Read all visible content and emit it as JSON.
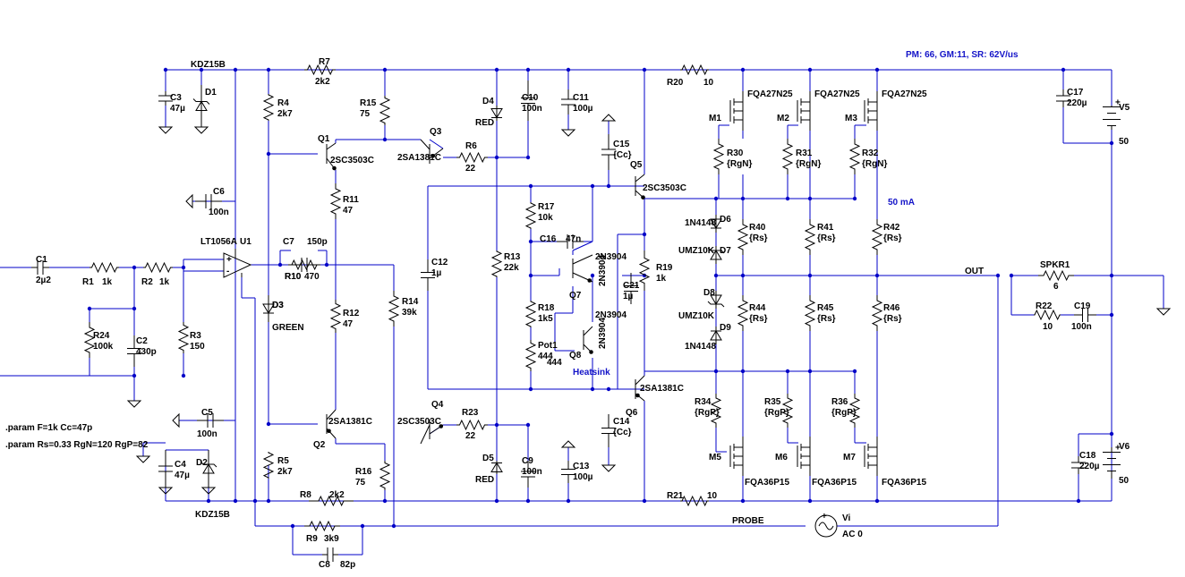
{
  "info": {
    "specs": "PM: 66, GM:11, SR: 62V/us",
    "bias": "50 mA",
    "heatsink": "Heatsink"
  },
  "directives": [
    ".param F=1k Cc=47p",
    ".param Rs=0.33 RgN=120 RgP=82"
  ],
  "nets": {
    "out": "OUT",
    "probe": "PROBE"
  },
  "resistors": [
    {
      "ref": "R1",
      "value": "1k"
    },
    {
      "ref": "R2",
      "value": "1k"
    },
    {
      "ref": "R3",
      "value": "150"
    },
    {
      "ref": "R4",
      "value": "2k7"
    },
    {
      "ref": "R5",
      "value": "2k7"
    },
    {
      "ref": "R6",
      "value": "22"
    },
    {
      "ref": "R7",
      "value": "2k2"
    },
    {
      "ref": "R8",
      "value": "2k2"
    },
    {
      "ref": "R9",
      "value": "3k9"
    },
    {
      "ref": "R10",
      "value": "470"
    },
    {
      "ref": "R11",
      "value": "47"
    },
    {
      "ref": "R12",
      "value": "47"
    },
    {
      "ref": "R13",
      "value": "22k"
    },
    {
      "ref": "R14",
      "value": "39k"
    },
    {
      "ref": "R15",
      "value": "75"
    },
    {
      "ref": "R16",
      "value": "75"
    },
    {
      "ref": "R17",
      "value": "10k"
    },
    {
      "ref": "R18",
      "value": "1k5"
    },
    {
      "ref": "R19",
      "value": "1k"
    },
    {
      "ref": "R20",
      "value": "10"
    },
    {
      "ref": "R21",
      "value": "10"
    },
    {
      "ref": "R22",
      "value": "10"
    },
    {
      "ref": "R23",
      "value": "22"
    },
    {
      "ref": "R24",
      "value": "100k"
    },
    {
      "ref": "R30",
      "value": "{RgN}"
    },
    {
      "ref": "R31",
      "value": "{RgN}"
    },
    {
      "ref": "R32",
      "value": "{RgN}"
    },
    {
      "ref": "R34",
      "value": "{RgP}"
    },
    {
      "ref": "R35",
      "value": "{RgP}"
    },
    {
      "ref": "R36",
      "value": "{RgP}"
    },
    {
      "ref": "R40",
      "value": "{Rs}"
    },
    {
      "ref": "R41",
      "value": "{Rs}"
    },
    {
      "ref": "R42",
      "value": "{Rs}"
    },
    {
      "ref": "R44",
      "value": "{Rs}"
    },
    {
      "ref": "R45",
      "value": "{Rs}"
    },
    {
      "ref": "R46",
      "value": "{Rs}"
    },
    {
      "ref": "Pot1",
      "value": "444"
    },
    {
      "ref": "SPKR1",
      "value": "6"
    }
  ],
  "capacitors": [
    {
      "ref": "C1",
      "value": "2µ2"
    },
    {
      "ref": "C2",
      "value": "430p"
    },
    {
      "ref": "C3",
      "value": "47µ"
    },
    {
      "ref": "C4",
      "value": "47µ"
    },
    {
      "ref": "C5",
      "value": "100n"
    },
    {
      "ref": "C6",
      "value": "100n"
    },
    {
      "ref": "C7",
      "value": "150p"
    },
    {
      "ref": "C8",
      "value": "82p"
    },
    {
      "ref": "C9",
      "value": "100n"
    },
    {
      "ref": "C10",
      "value": "100n"
    },
    {
      "ref": "C11",
      "value": "100µ"
    },
    {
      "ref": "C12",
      "value": "1µ"
    },
    {
      "ref": "C13",
      "value": "100µ"
    },
    {
      "ref": "C14",
      "value": "{Cc}"
    },
    {
      "ref": "C15",
      "value": "{Cc}"
    },
    {
      "ref": "C16",
      "value": "47n"
    },
    {
      "ref": "C17",
      "value": "220µ"
    },
    {
      "ref": "C18",
      "value": "220µ"
    },
    {
      "ref": "C19",
      "value": "100n"
    },
    {
      "ref": "C21",
      "value": "1µ"
    }
  ],
  "diodes": [
    {
      "ref": "D1",
      "value": "KDZ15B"
    },
    {
      "ref": "D2",
      "value": "KDZ15B"
    },
    {
      "ref": "D3",
      "value": "GREEN"
    },
    {
      "ref": "D4",
      "value": "RED"
    },
    {
      "ref": "D5",
      "value": "RED"
    },
    {
      "ref": "D6",
      "value": "1N4148"
    },
    {
      "ref": "D7",
      "value": "UMZ10K"
    },
    {
      "ref": "D8",
      "value": "UMZ10K"
    },
    {
      "ref": "D9",
      "value": "1N4148"
    }
  ],
  "transistors": [
    {
      "ref": "Q1",
      "value": "2SC3503C"
    },
    {
      "ref": "Q2",
      "value": "2SA1381C"
    },
    {
      "ref": "Q3",
      "value": "2SA1381C"
    },
    {
      "ref": "Q4",
      "value": "2SC3503C"
    },
    {
      "ref": "Q5",
      "value": "2SC3503C"
    },
    {
      "ref": "Q6",
      "value": "2SA1381C"
    },
    {
      "ref": "Q7",
      "value": "2N3904"
    },
    {
      "ref": "Q8",
      "value": "2N3904"
    },
    {
      "ref": "M1",
      "value": "FQA27N25"
    },
    {
      "ref": "M2",
      "value": "FQA27N25"
    },
    {
      "ref": "M3",
      "value": "FQA27N25"
    },
    {
      "ref": "M5",
      "value": "FQA36P15"
    },
    {
      "ref": "M6",
      "value": "FQA36P15"
    },
    {
      "ref": "M7",
      "value": "FQA36P15"
    }
  ],
  "ics": [
    {
      "ref": "U1",
      "value": "LT1056A"
    }
  ],
  "sources": [
    {
      "ref": "V5",
      "value": "50"
    },
    {
      "ref": "V6",
      "value": "50"
    },
    {
      "ref": "Vi",
      "value": "AC 0"
    }
  ]
}
